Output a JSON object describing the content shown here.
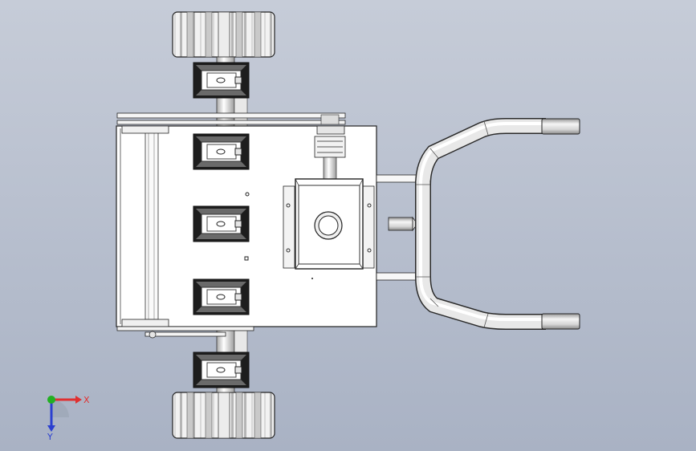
{
  "viewport": {
    "background_top": "#c6ccd8",
    "background_bottom": "#a9b2c4"
  },
  "model": {
    "description_icon": "machine-top-view",
    "edge_color": "#1f1f1f",
    "face_color": "#ffffff",
    "frame_color": "#f7f7f7"
  },
  "triad": {
    "x_label": "X",
    "y_label": "Y",
    "x_color": "#e03030",
    "y_color": "#2a3fd0",
    "origin_color": "#22b022"
  }
}
